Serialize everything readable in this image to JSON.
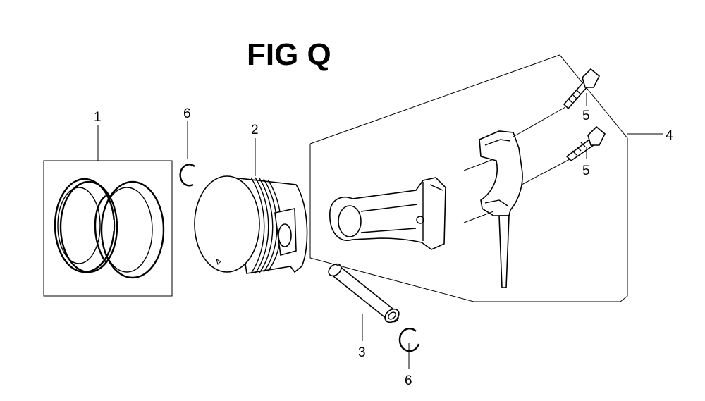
{
  "title": "FIG Q",
  "callouts": {
    "piston_rings": "1",
    "piston": "2",
    "piston_pin": "3",
    "connecting_rod_assembly": "4",
    "rod_bolt_upper": "5",
    "rod_bolt_lower": "5",
    "pin_clip_upper": "6",
    "pin_clip_lower": "6"
  }
}
